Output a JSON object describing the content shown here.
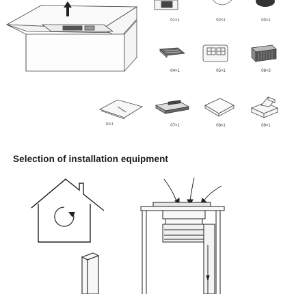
{
  "parts": {
    "p01": "01×1",
    "p02": "02×1",
    "p03": "03×1",
    "p04": "04×1",
    "p05": "05×1",
    "p06": "06×3",
    "p07": "07×1",
    "p08": "08×1",
    "p09": "09×1",
    "p10": "10×1"
  },
  "section": {
    "heading": "Selection of installation equipment"
  }
}
